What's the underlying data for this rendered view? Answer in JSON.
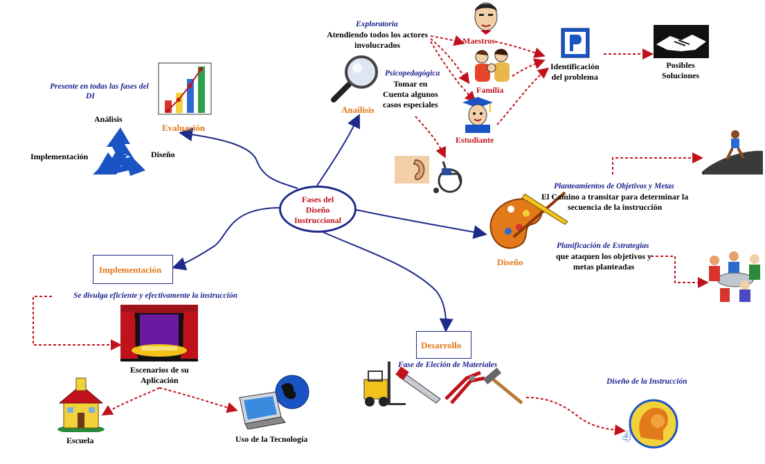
{
  "center": {
    "line1": "Fases del",
    "line2": "Diseño",
    "line3": "Instruccional"
  },
  "evaluacion": {
    "title": "Evaluación",
    "note_line1": "Presente en todas las fases del",
    "note_line2": "DI",
    "cycle": {
      "analisis": "Análisis",
      "diseno": "Diseño",
      "implementacion": "Implementación"
    }
  },
  "analisis": {
    "title": "Anailisis",
    "exploratoria": "Exploratoria",
    "exploratoria_text1": "Atendiendo todos los actores",
    "exploratoria_text2": "involucrados",
    "psico": "Psicopedagógica",
    "psico_text1": "Tomar en",
    "psico_text2": "Cuenta algunos",
    "psico_text3": "casos especiales",
    "maestros": "Maestros",
    "familia": "Familia",
    "estudiante": "Estudiante",
    "ident1": "Identificación",
    "ident2": "del problema",
    "sol1": "Posibles",
    "sol2": "Soluciones"
  },
  "diseno": {
    "title": "Diseño",
    "obj_title": "Planteamientos de Objetivos y Metas",
    "obj_text1": "El Camino a transitar para determinar la",
    "obj_text2": "secuencia de la instrucción",
    "est_title": "Planificación de Estrategias",
    "est_text1": "que ataquen los objetivos y",
    "est_text2": "metas planteadas"
  },
  "implementacion": {
    "title": "Implementación",
    "note": "Se divulga eficiente y efectivamente la instrucción",
    "esc1": "Escenarios de su",
    "esc2": "Aplicación",
    "escuela": "Escuela",
    "tec": "Uso de la Tecnología"
  },
  "desarrollo": {
    "title": "Desarrollo",
    "note": "Fase de Eleción de Materiales",
    "diseno_inst": "Diseño de la Instrucción",
    "badge": "4"
  },
  "colors": {
    "navy": "#1d2a8a",
    "red_dash": "#c0121c",
    "orange": "#e0781a"
  }
}
